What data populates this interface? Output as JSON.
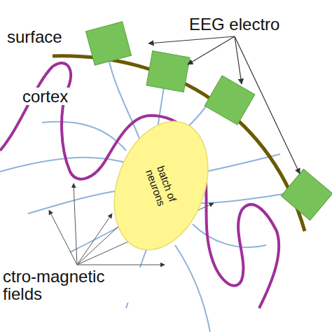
{
  "diagram": {
    "nodes": [
      {
        "text": [
          "batch of neurons"
        ]
      }
    ],
    "labels": [
      "surface",
      "EEG electro",
      "cortex",
      "ctro-magnetic fields"
    ]
  }
}
